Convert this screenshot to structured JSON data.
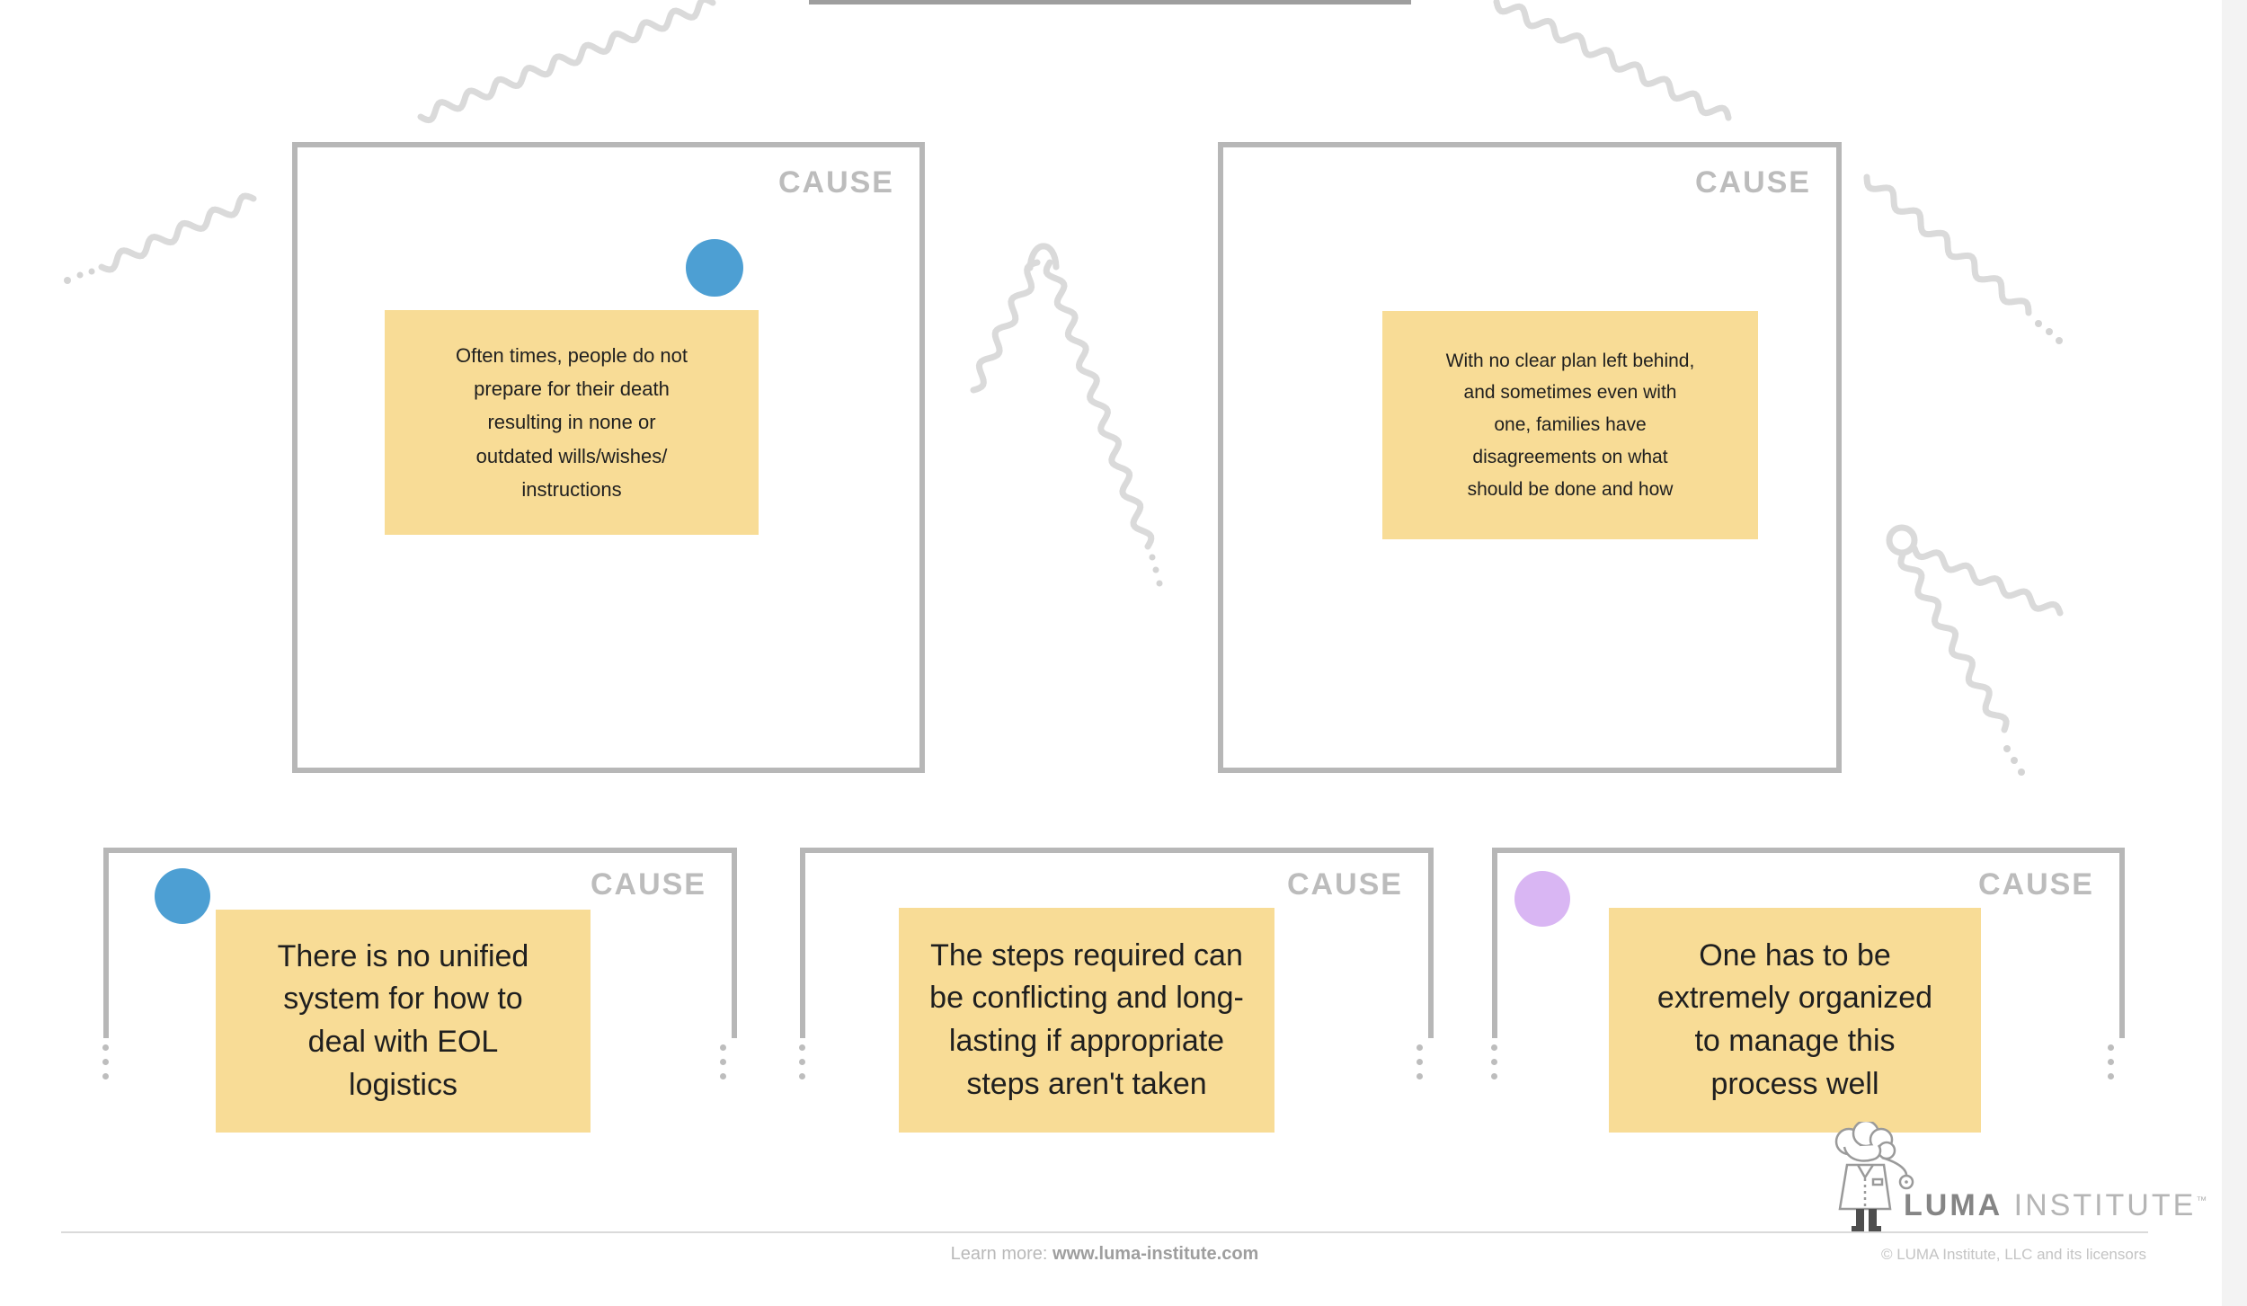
{
  "panels": {
    "top_left": {
      "label": "CAUSE",
      "note": "Often times, people do not\nprepare for their death\nresulting in none or\noutdated wills/wishes/\ninstructions",
      "dot": "blue"
    },
    "top_right": {
      "label": "CAUSE",
      "note": "With no clear plan left behind,\nand sometimes even with\none, families have\ndisagreements on what\nshould be done and how"
    },
    "bottom_left": {
      "label": "CAUSE",
      "note": "There is no unified\nsystem for how to\ndeal with EOL\nlogistics",
      "dot": "blue"
    },
    "bottom_middle": {
      "label": "CAUSE",
      "note": "The steps required can\nbe conflicting and long-\nlasting if appropriate\nsteps aren't taken"
    },
    "bottom_right": {
      "label": "CAUSE",
      "note": "One has to be\nextremely organized\nto manage this\nprocess well",
      "dot": "lavender"
    }
  },
  "footer": {
    "learn_more_label": "Learn more: ",
    "learn_more_url": "www.luma-institute.com",
    "copyright": "© LUMA Institute, LLC and its licensors",
    "logo_primary": "LUMA",
    "logo_secondary": " INSTITUTE",
    "logo_tm": "™"
  },
  "colors": {
    "sticky_yellow": "#f8dc96",
    "dot_blue": "#4d9fd3",
    "dot_lavender": "#d9b6f3",
    "frame_gray": "#b7b7b7",
    "label_gray": "#bcbcbc",
    "squiggle_gray": "#dadada"
  }
}
